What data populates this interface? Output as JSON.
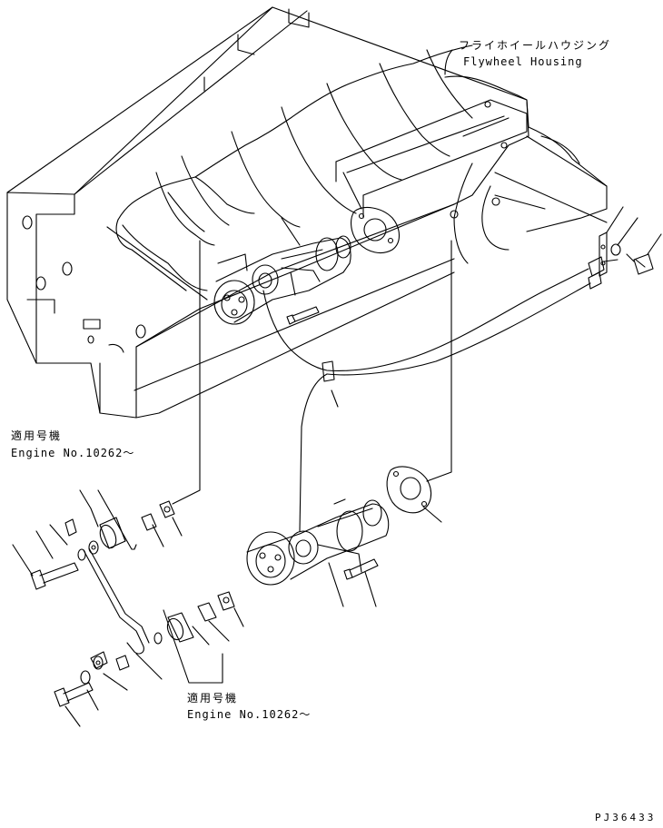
{
  "labels": {
    "flywheel_jp": "フライホイールハウジング",
    "flywheel_en": "Flywheel Housing",
    "serial1_jp": "適用号機",
    "serial1_en": "Engine No.10262～",
    "serial2_jp": "適用号機",
    "serial2_en": "Engine No.10262～",
    "drawing_code": "PJ36433"
  }
}
